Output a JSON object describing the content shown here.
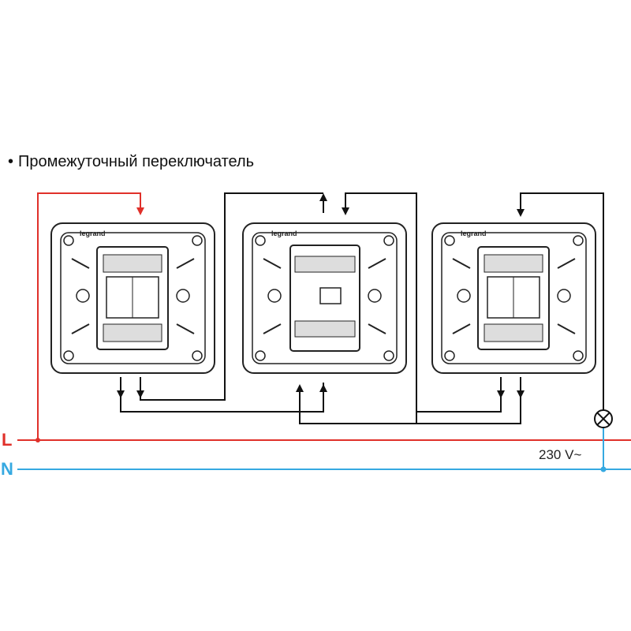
{
  "title": "Промежуточный переключатель",
  "bullet": "•",
  "phase_label": "L",
  "neutral_label": "N",
  "voltage_label": "230 V",
  "voltage_symbol": "~",
  "brand": "legrand",
  "colors": {
    "phase": "#e0302a",
    "neutral": "#36a9e1",
    "wire": "#111111",
    "device": "#222222"
  },
  "icons": {
    "lamp": "lamp-symbol-icon",
    "arrow": "arrow-head-icon"
  }
}
